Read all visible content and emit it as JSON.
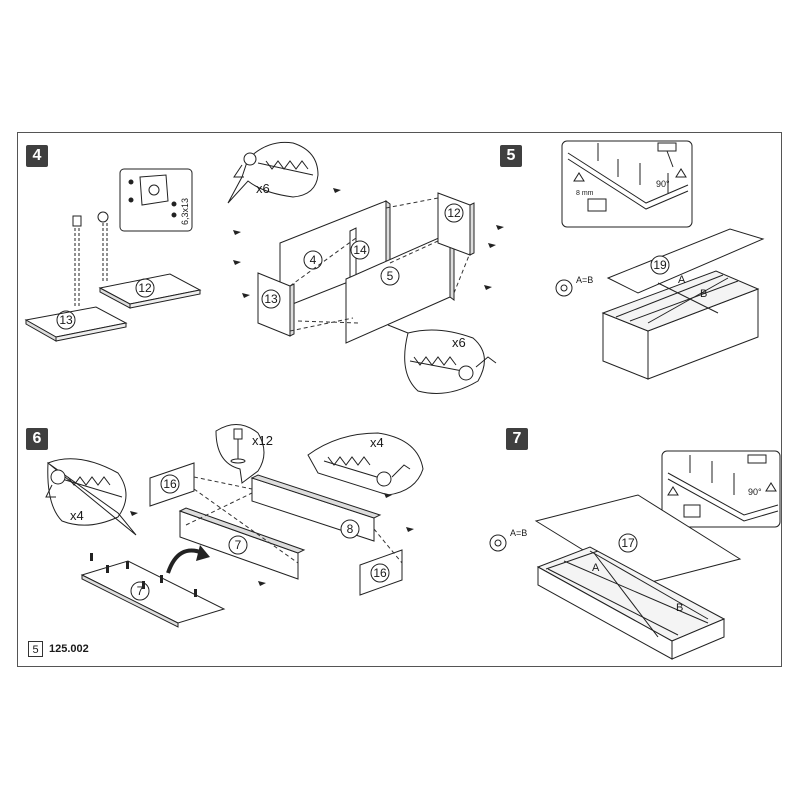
{
  "steps": [
    {
      "number": "4"
    },
    {
      "number": "5"
    },
    {
      "number": "6"
    },
    {
      "number": "7"
    }
  ],
  "step4": {
    "parts": {
      "p13a": "13",
      "p12a": "12",
      "p4": "4",
      "p14": "14",
      "p5": "5",
      "p13b": "13",
      "p12b": "12"
    },
    "screw_size": "6,3x13",
    "qty_top": "x6",
    "qty_bottom": "x6"
  },
  "step5": {
    "parts": {
      "p19": "19"
    },
    "diag_a": "A",
    "diag_b": "B",
    "measure": "A=B",
    "angle": "90°"
  },
  "step6": {
    "parts": {
      "p16a": "16",
      "p7a": "7",
      "p8": "8",
      "p16b": "16",
      "p7b": "7"
    },
    "qty_dowel": "x12",
    "qty_left": "x4",
    "qty_right": "x4"
  },
  "step7": {
    "parts": {
      "p17": "17"
    },
    "diag_a": "A",
    "diag_b": "B",
    "measure": "A=B",
    "angle": "90°"
  },
  "footer": {
    "page": "5",
    "code": "125.002"
  }
}
